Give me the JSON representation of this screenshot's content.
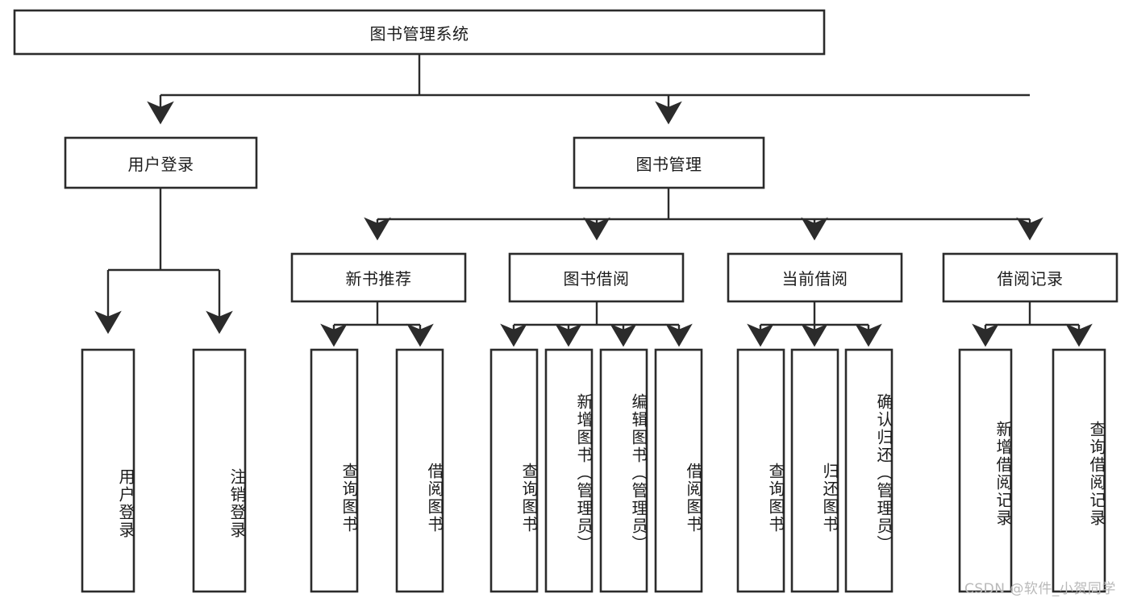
{
  "diagram": {
    "type": "tree-hierarchy-chart",
    "title": "图书管理系统",
    "root": {
      "id": "root",
      "label": "图书管理系统",
      "orientation": "horizontal"
    },
    "level1": [
      {
        "id": "user-login",
        "label": "用户登录",
        "orientation": "horizontal"
      },
      {
        "id": "book-manage",
        "label": "图书管理",
        "orientation": "horizontal"
      }
    ],
    "level2": [
      {
        "id": "new-book-recommend",
        "label": "新书推荐",
        "orientation": "horizontal",
        "parent": "book-manage"
      },
      {
        "id": "book-borrow",
        "label": "图书借阅",
        "orientation": "horizontal",
        "parent": "book-manage"
      },
      {
        "id": "current-borrow",
        "label": "当前借阅",
        "orientation": "horizontal",
        "parent": "book-manage"
      },
      {
        "id": "borrow-record",
        "label": "借阅记录",
        "orientation": "horizontal",
        "parent": "book-manage"
      }
    ],
    "leaves": [
      {
        "id": "leaf-user-login",
        "label": "用户登录",
        "parent": "user-login"
      },
      {
        "id": "leaf-logout-login",
        "label": "注销登录",
        "parent": "user-login"
      },
      {
        "id": "leaf-query-book-1",
        "label": "查询图书",
        "parent": "new-book-recommend"
      },
      {
        "id": "leaf-borrow-book-1",
        "label": "借阅图书",
        "parent": "new-book-recommend"
      },
      {
        "id": "leaf-query-book-2",
        "label": "查询图书",
        "parent": "book-borrow"
      },
      {
        "id": "leaf-add-book",
        "label": "新增图书（管理员）",
        "parent": "book-borrow"
      },
      {
        "id": "leaf-edit-book",
        "label": "编辑图书（管理员）",
        "parent": "book-borrow"
      },
      {
        "id": "leaf-borrow-book-2",
        "label": "借阅图书",
        "parent": "book-borrow"
      },
      {
        "id": "leaf-query-book-3",
        "label": "查询图书",
        "parent": "current-borrow"
      },
      {
        "id": "leaf-return-book",
        "label": "归还图书",
        "parent": "current-borrow"
      },
      {
        "id": "leaf-confirm-return",
        "label": "确认归还（管理员）",
        "parent": "current-borrow"
      },
      {
        "id": "leaf-add-record",
        "label": "新增借阅记录",
        "parent": "borrow-record"
      },
      {
        "id": "leaf-query-record",
        "label": "查询借阅记录",
        "parent": "borrow-record"
      }
    ],
    "colors": {
      "stroke": "#2b2b2b",
      "fill": "#ffffff",
      "text": "#1c1c1c",
      "watermark": "#b9b9b9",
      "background": "#ffffff"
    }
  },
  "watermark": {
    "text": "CSDN @软件_小贺同学"
  }
}
